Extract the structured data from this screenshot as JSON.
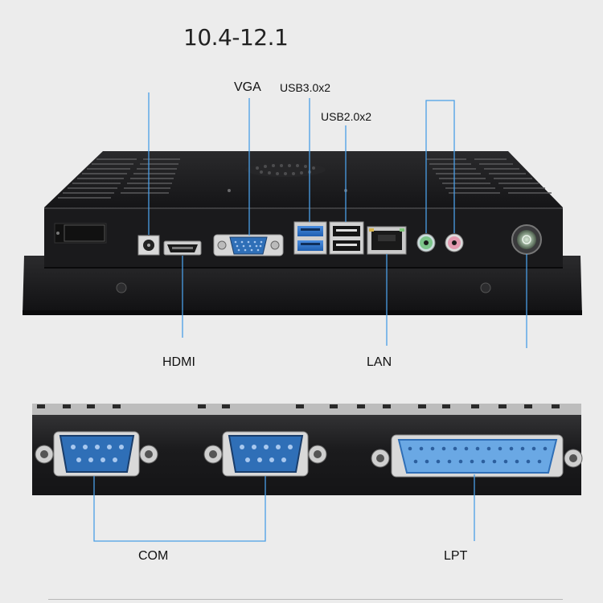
{
  "title": "10.4-12.1",
  "labels": {
    "vga": "VGA",
    "usb3": "USB3.0x2",
    "usb2": "USB2.0x2",
    "hdmi": "HDMI",
    "lan": "LAN",
    "com": "COM",
    "lpt": "LPT"
  },
  "colors": {
    "background": "#ececec",
    "chassis": "#1d1d1f",
    "leader_line": "#4a9ee6",
    "port_blue": "#2f6fb7",
    "audio_green": "#7cc58a",
    "audio_pink": "#e39ab0"
  }
}
